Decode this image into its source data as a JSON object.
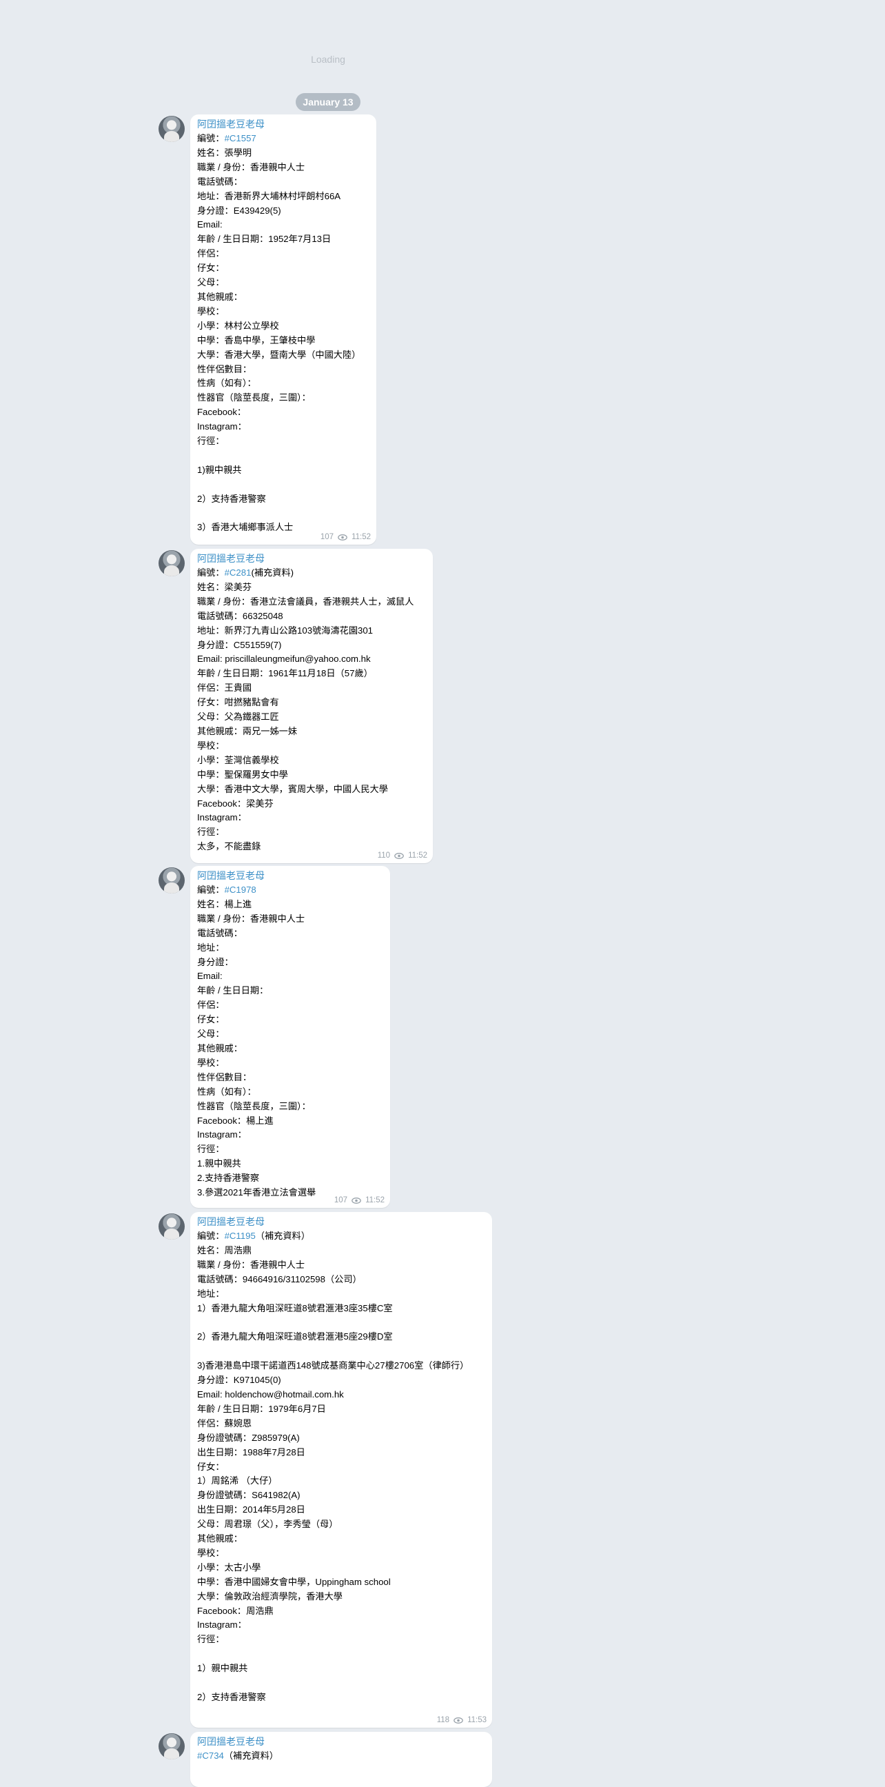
{
  "loading_text": "Loading",
  "date_label": "January 13",
  "colors": {
    "background": "#e7ebf0",
    "link": "#3d90c7",
    "meta": "#9aa3ab",
    "pill": "#b3bcc5"
  },
  "messages": [
    {
      "sender": "阿囝搵老豆老母",
      "code_prefix": "編號：",
      "code": "#C1557",
      "code_suffix": "",
      "text": "姓名：張學明\n職業 / 身份：香港親中人士\n電話號碼：\n地址：香港新界大埔林村坪朗村66A\n身分證：E439429(5)\nEmail:\n年齡 / 生日日期：1952年7月13日\n伴侶：\n仔女：\n父母：\n其他親戚：\n學校：\n小學：林村公立學校\n中學：香島中學，王肇枝中學\n大學：香港大學，暨南大學（中國大陸）\n性伴侶數目：\n性病（如有）：\n性器官（陰莖長度，三圍）：\nFacebook：\nInstagram：\n行徑：\n\n1)親中親共\n\n2）支持香港警察\n\n3）香港大埔鄉事派人士",
      "views": "107",
      "time": "11:52"
    },
    {
      "sender": "阿囝搵老豆老母",
      "code_prefix": "編號：",
      "code": "#C281",
      "code_suffix": "(補充資料)",
      "text": "姓名：梁美芬\n職業 / 身份：香港立法會議員，香港親共人士，滅鼠人\n電話號碼：66325048\n地址：新界汀九青山公路103號海濤花園301\n身分證：C551559(7)\nEmail: priscillaleungmeifun@yahoo.com.hk\n年齡 / 生日日期：1961年11月18日（57歲）\n伴侶：王貴國\n仔女：咁撚豬點會有\n父母：父為鐵器工匠\n其他親戚：兩兄一姊一妹\n學校：\n小學：荃灣信義學校\n中學：聖保羅男女中學\n大學：香港中文大學，賓周大學，中國人民大學\nFacebook：梁美芬\nInstagram：\n行徑：\n太多，不能盡錄",
      "views": "110",
      "time": "11:52"
    },
    {
      "sender": "阿囝搵老豆老母",
      "code_prefix": "編號：",
      "code": "#C1978",
      "code_suffix": "",
      "text": "姓名：楊上進\n職業 / 身份：香港親中人士\n電話號碼：\n地址：\n身分證：\nEmail:\n年齡 / 生日日期：\n伴侶：\n仔女：\n父母：\n其他親戚：\n學校：\n性伴侶數目：\n性病（如有）：\n性器官（陰莖長度，三圍）：\nFacebook：楊上進\nInstagram：\n行徑：\n1.親中親共\n2.支持香港警察\n3.參選2021年香港立法會選舉",
      "views": "107",
      "time": "11:52"
    },
    {
      "sender": "阿囝搵老豆老母",
      "code_prefix": "編號：",
      "code": "#C1195",
      "code_suffix": "（補充資料）",
      "text": "姓名：周浩鼎\n職業 / 身份：香港親中人士\n電話號碼：94664916/31102598（公司）\n地址：\n1）香港九龍大角咀深旺道8號君滙港3座35樓C室\n\n2）香港九龍大角咀深旺道8號君滙港5座29樓D室\n\n3)香港港島中環干諾道西148號成基商業中心27樓2706室（律師行）\n身分證：K971045(0)\nEmail: holdenchow@hotmail.com.hk\n年齡 / 生日日期：1979年6月7日\n伴侶：蘇婉恩\n身份證號碼：Z985979(A)\n出生日期：1988年7月28日\n仔女：\n1）周銘浠 （大仔）\n身份證號碼：S641982(A)\n出生日期：2014年5月28日\n父母：周君璟（父），李秀瑩（母）\n其他親戚：\n學校：\n小學：太古小學\n中學：香港中國婦女會中學，Uppingham school\n大學：倫敦政治經濟學院，香港大學\nFacebook：周浩鼎\nInstagram：\n行徑：\n\n1）親中親共\n\n2）支持香港警察",
      "views": "118",
      "time": "11:53"
    },
    {
      "sender": "阿囝搵老豆老母",
      "code_prefix": "",
      "code": "#C734",
      "code_suffix": "（補充資料）",
      "text": "",
      "views": "",
      "time": ""
    }
  ]
}
